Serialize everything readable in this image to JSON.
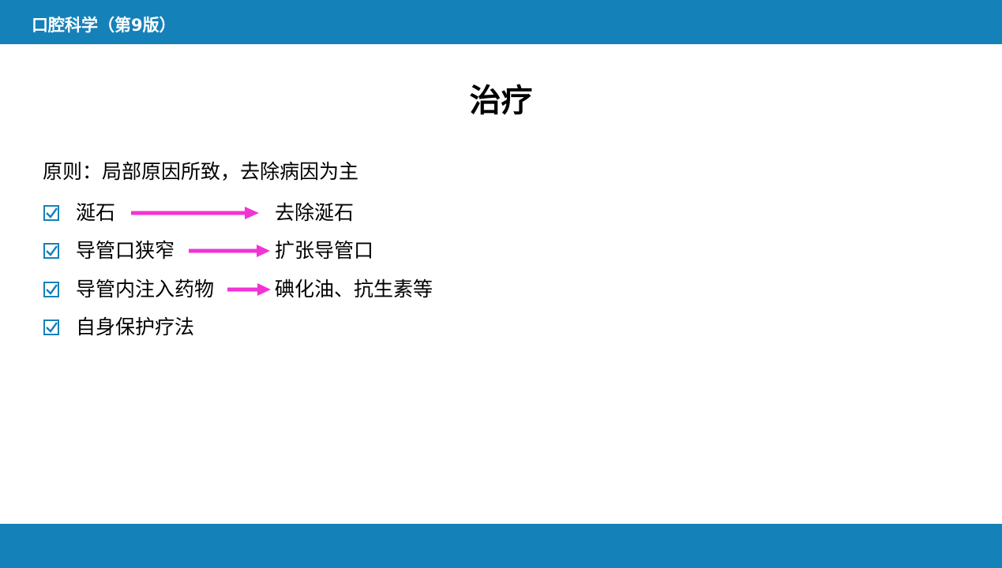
{
  "header": {
    "course_title": "口腔科学（第9版）"
  },
  "slide": {
    "title": "治疗",
    "principle": "原则：局部原因所致，去除病因为主",
    "items": [
      {
        "text": "涎石",
        "result": "去除涎石"
      },
      {
        "text": "导管口狭窄",
        "result": "扩张导管口"
      },
      {
        "text": "导管内注入药物",
        "result": "碘化油、抗生素等"
      },
      {
        "text": "自身保护疗法"
      }
    ]
  },
  "colors": {
    "bar": "#1581b9",
    "arrow": "#f233d4",
    "checkbox": "#1581b9"
  },
  "icons": {
    "bullet": "checkbox-checked-icon",
    "connector": "arrow-right-icon"
  }
}
